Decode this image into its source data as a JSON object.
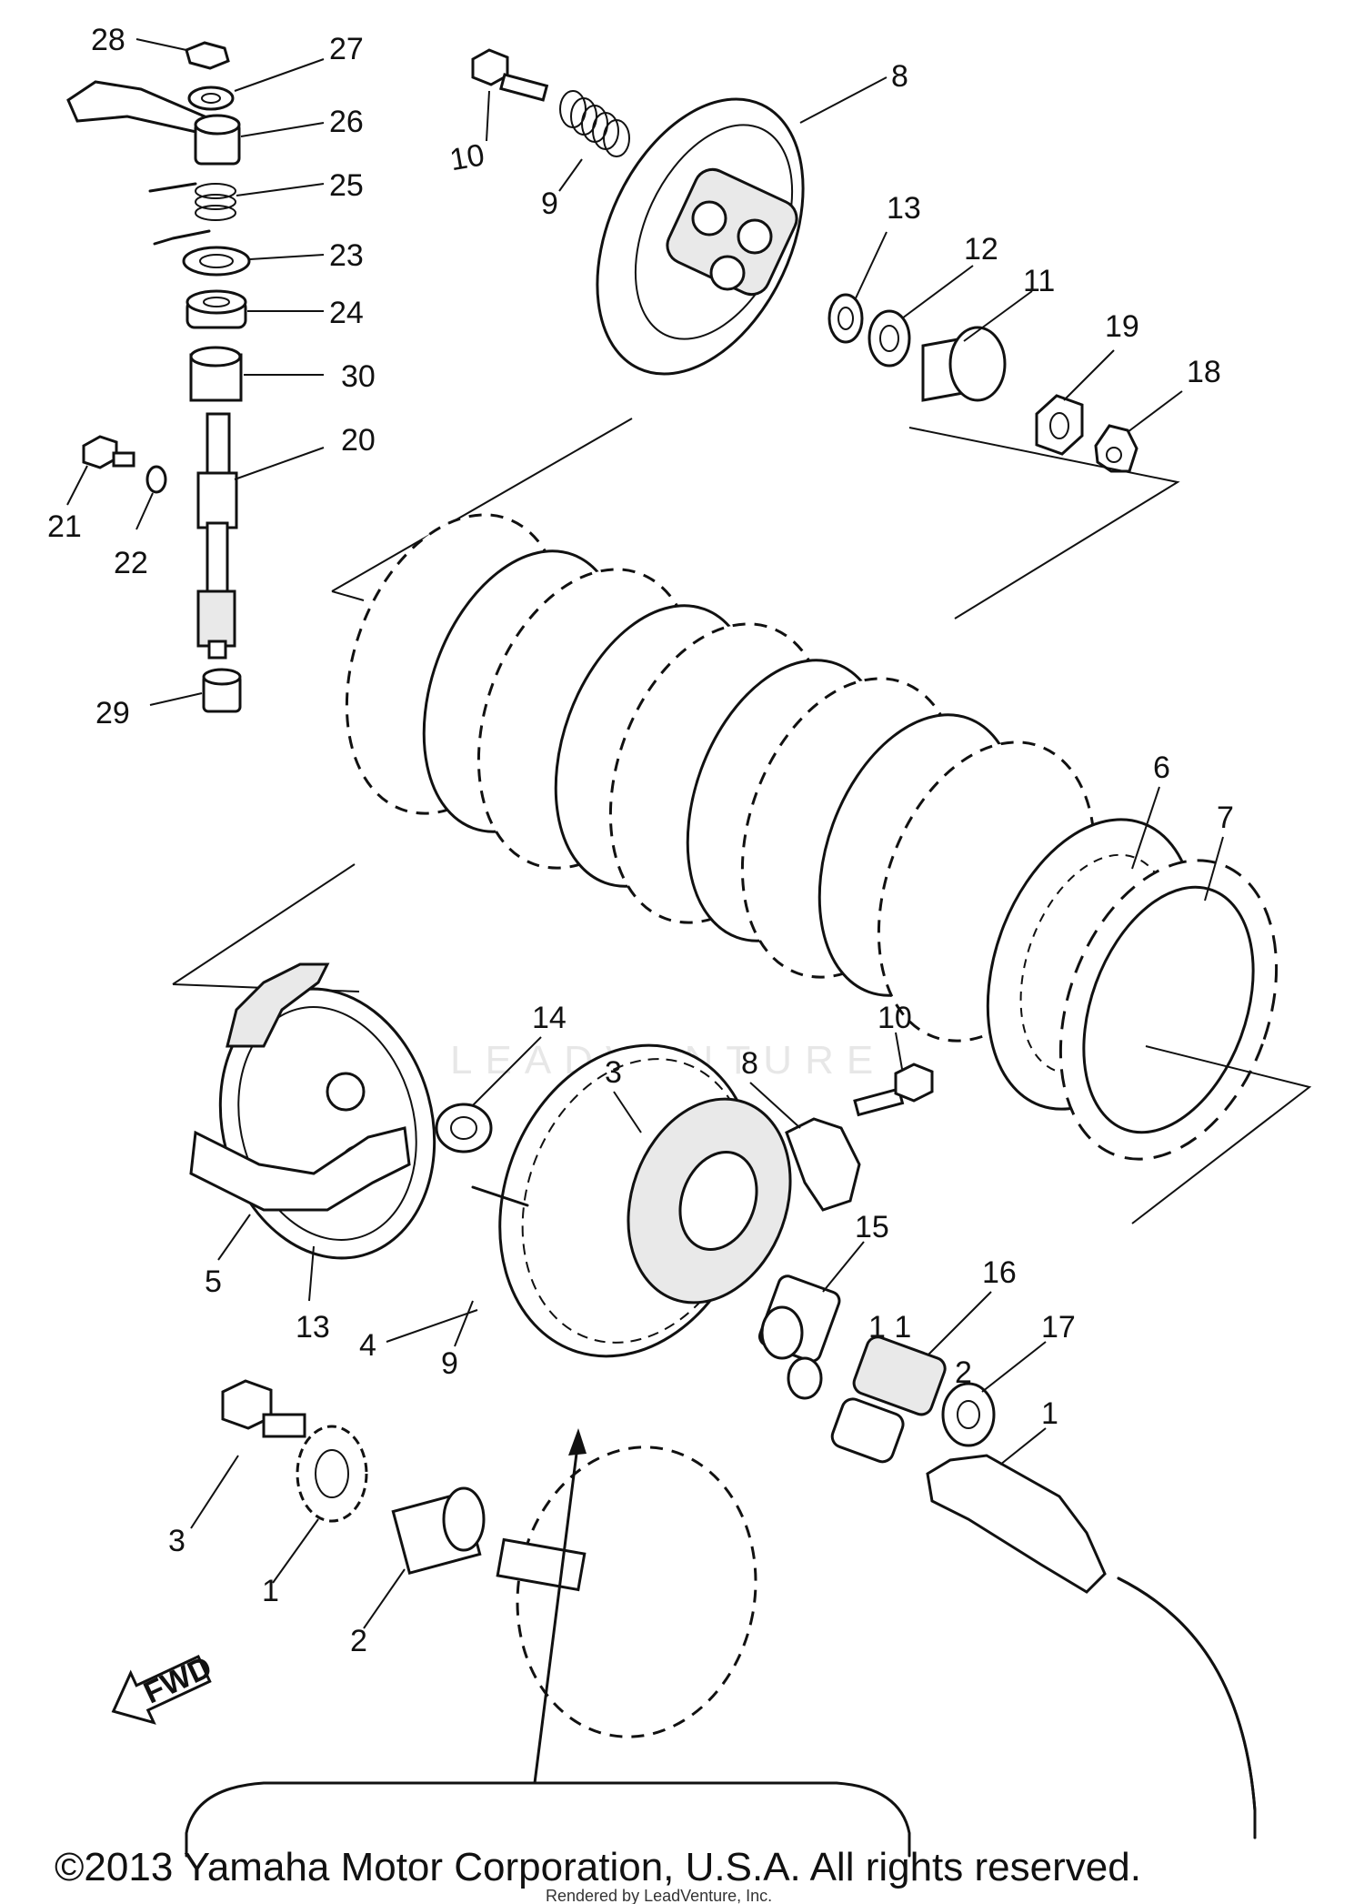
{
  "callouts": [
    {
      "id": "28",
      "text": "28"
    },
    {
      "id": "27",
      "text": "27"
    },
    {
      "id": "26",
      "text": "26"
    },
    {
      "id": "25",
      "text": "25"
    },
    {
      "id": "23",
      "text": "23"
    },
    {
      "id": "24",
      "text": "24"
    },
    {
      "id": "30",
      "text": "30"
    },
    {
      "id": "20",
      "text": "20"
    },
    {
      "id": "21",
      "text": "21"
    },
    {
      "id": "22",
      "text": "22"
    },
    {
      "id": "29",
      "text": "29"
    },
    {
      "id": "10a",
      "text": "10"
    },
    {
      "id": "9a",
      "text": "9"
    },
    {
      "id": "8a",
      "text": "8"
    },
    {
      "id": "13a",
      "text": "13"
    },
    {
      "id": "12",
      "text": "12"
    },
    {
      "id": "11a",
      "text": "11"
    },
    {
      "id": "19",
      "text": "19"
    },
    {
      "id": "18",
      "text": "18"
    },
    {
      "id": "6",
      "text": "6"
    },
    {
      "id": "7",
      "text": "7"
    },
    {
      "id": "10b",
      "text": "10"
    },
    {
      "id": "14",
      "text": "14"
    },
    {
      "id": "3a",
      "text": "3"
    },
    {
      "id": "8b",
      "text": "8"
    },
    {
      "id": "15",
      "text": "15"
    },
    {
      "id": "16",
      "text": "16"
    },
    {
      "id": "11b",
      "text": "1 1"
    },
    {
      "id": "2a",
      "text": "2"
    },
    {
      "id": "17",
      "text": "17"
    },
    {
      "id": "1a",
      "text": "1"
    },
    {
      "id": "5",
      "text": "5"
    },
    {
      "id": "13b",
      "text": "13"
    },
    {
      "id": "4",
      "text": "4"
    },
    {
      "id": "9b",
      "text": "9"
    },
    {
      "id": "3b",
      "text": "3"
    },
    {
      "id": "1b",
      "text": "1"
    },
    {
      "id": "2b",
      "text": "2"
    }
  ],
  "fwd_label": "FWD",
  "watermark": "LEADVENTURE",
  "copyright": "©2013 Yamaha Motor Corporation, U.S.A. All rights reserved.",
  "rendered_by": "Rendered by LeadVenture, Inc."
}
